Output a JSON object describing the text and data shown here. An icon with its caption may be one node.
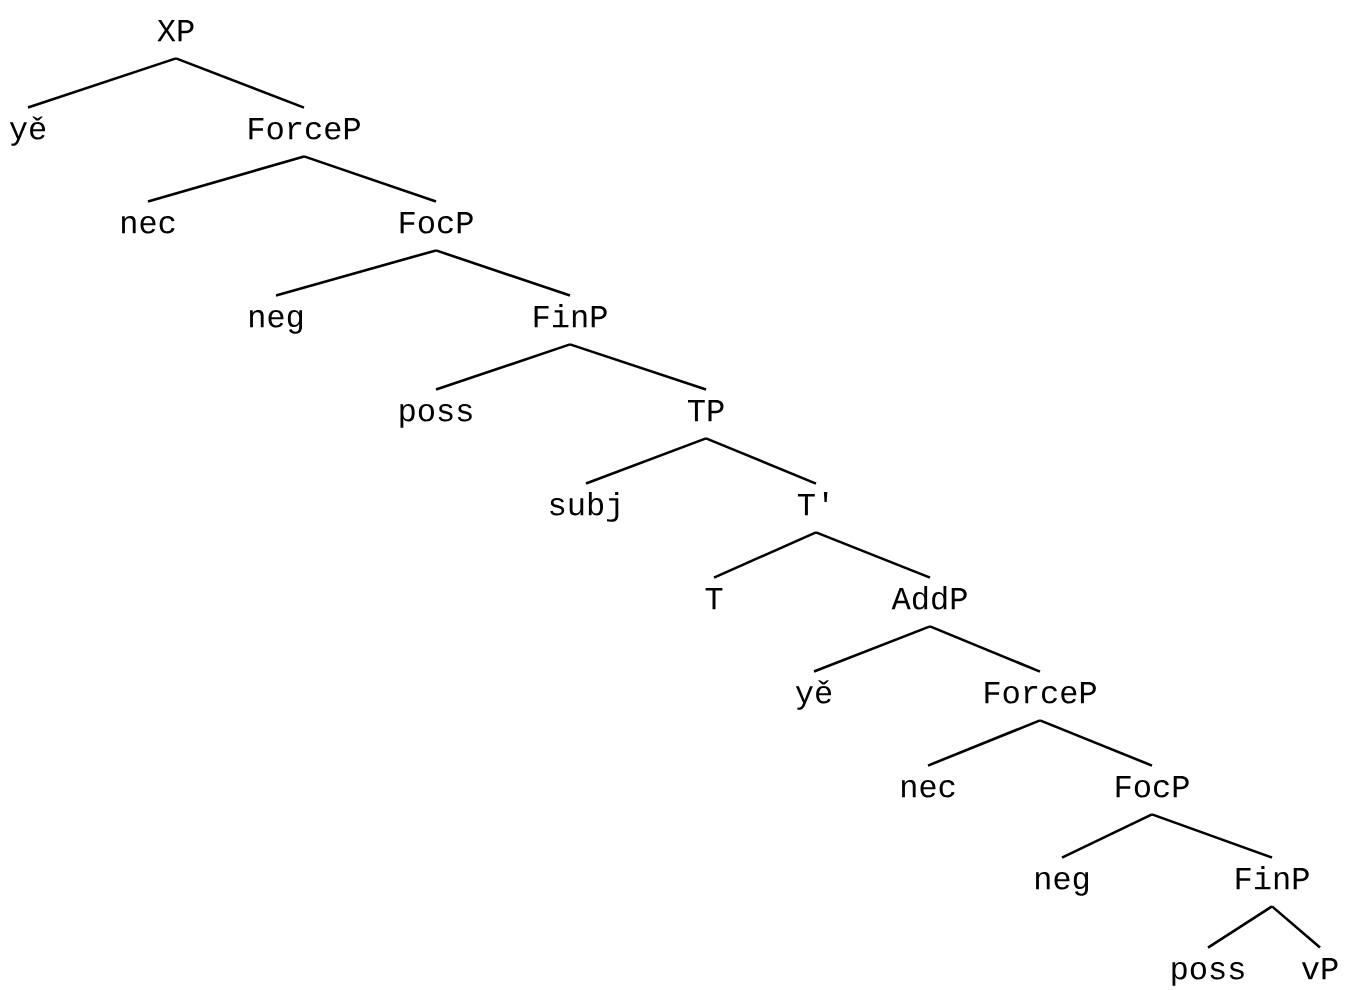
{
  "diagram": {
    "nodes": [
      {
        "text": [
          "XP"
        ]
      },
      {
        "text": [
          "yě"
        ]
      },
      {
        "text": [
          "ForceP"
        ]
      },
      {
        "text": [
          "nec"
        ]
      },
      {
        "text": [
          "FocP"
        ]
      },
      {
        "text": [
          "neg"
        ]
      },
      {
        "text": [
          "FinP"
        ]
      },
      {
        "text": [
          "poss"
        ]
      },
      {
        "text": [
          "TP"
        ]
      },
      {
        "text": [
          "subj"
        ]
      },
      {
        "text": [
          "T'"
        ]
      },
      {
        "text": [
          "T"
        ]
      },
      {
        "text": [
          "AddP"
        ]
      },
      {
        "text": [
          "yě"
        ]
      },
      {
        "text": [
          "ForceP"
        ]
      },
      {
        "text": [
          "nec"
        ]
      },
      {
        "text": [
          "FocP"
        ]
      },
      {
        "text": [
          "neg"
        ]
      },
      {
        "text": [
          "FinP"
        ]
      },
      {
        "text": [
          "poss"
        ]
      },
      {
        "text": [
          "vP"
        ]
      }
    ],
    "edges": [
      {
        "from": 0,
        "to": 1,
        "arrow": "none"
      },
      {
        "from": 0,
        "to": 2,
        "arrow": "none"
      },
      {
        "from": 2,
        "to": 3,
        "arrow": "none"
      },
      {
        "from": 2,
        "to": 4,
        "arrow": "none"
      },
      {
        "from": 4,
        "to": 5,
        "arrow": "none"
      },
      {
        "from": 4,
        "to": 6,
        "arrow": "none"
      },
      {
        "from": 6,
        "to": 7,
        "arrow": "none"
      },
      {
        "from": 6,
        "to": 8,
        "arrow": "none"
      },
      {
        "from": 8,
        "to": 9,
        "arrow": "none"
      },
      {
        "from": 8,
        "to": 10,
        "arrow": "none"
      },
      {
        "from": 10,
        "to": 11,
        "arrow": "none"
      },
      {
        "from": 10,
        "to": 12,
        "arrow": "none"
      },
      {
        "from": 12,
        "to": 13,
        "arrow": "none"
      },
      {
        "from": 12,
        "to": 14,
        "arrow": "none"
      },
      {
        "from": 14,
        "to": 15,
        "arrow": "none"
      },
      {
        "from": 14,
        "to": 16,
        "arrow": "none"
      },
      {
        "from": 16,
        "to": 17,
        "arrow": "none"
      },
      {
        "from": 16,
        "to": 18,
        "arrow": "none"
      },
      {
        "from": 18,
        "to": 19,
        "arrow": "none"
      },
      {
        "from": 18,
        "to": 20,
        "arrow": "none"
      }
    ]
  }
}
